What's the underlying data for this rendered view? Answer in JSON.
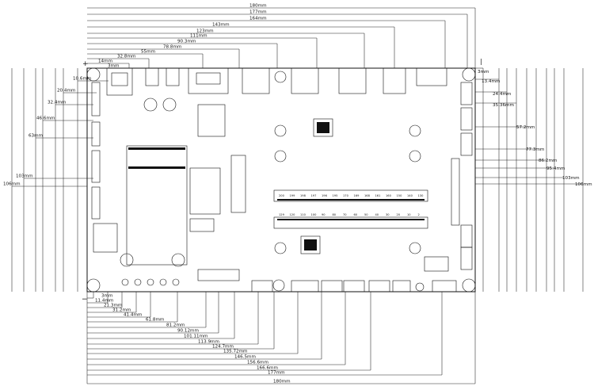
{
  "top_dims": [
    "180mm",
    "177mm",
    "164mm",
    "143mm",
    "123mm",
    "111mm",
    "90.3mm",
    "78.8mm",
    "55mm",
    "32.8mm",
    "14mm",
    "3mm",
    "10.6mm",
    "20.4mm",
    "32.4mm",
    "46.6mm",
    "63mm",
    "103mm",
    "106mm"
  ],
  "right_dims": [
    "3mm",
    "13.4mm",
    "24.4mm",
    "35.36mm",
    "57.2mm",
    "77.3mm",
    "86.2mm",
    "95.4mm",
    "103mm",
    "106mm"
  ],
  "bottom_dims": [
    "3mm",
    "11.4mm",
    "21.3mm",
    "31.2mm",
    "41.4mm",
    "61.8mm",
    "81.2mm",
    "90.12mm",
    "101.11mm",
    "113.9mm",
    "124.7mm",
    "135.72mm",
    "146.5mm",
    "156.6mm",
    "166.6mm",
    "177mm",
    "180mm"
  ],
  "ram_slot_numbers": [
    "200",
    "199",
    "198",
    "197",
    "196",
    "195",
    "170",
    "169",
    "168",
    "161",
    "160",
    "150",
    "140",
    "130",
    "129",
    "120",
    "110",
    "100",
    "90",
    "80",
    "70",
    "60",
    "50",
    "40",
    "30",
    "20",
    "10",
    "2"
  ],
  "plus_sign": "+",
  "minus_sign": "−",
  "pin_sign": "|"
}
